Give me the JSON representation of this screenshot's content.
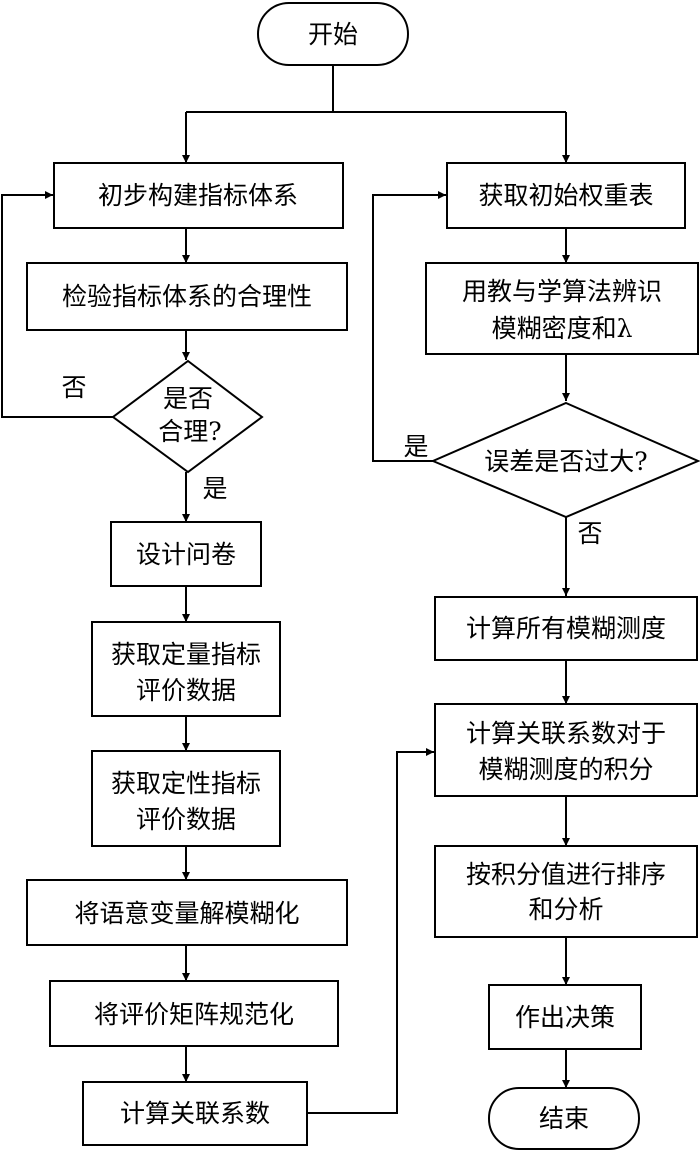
{
  "start": "开始",
  "end": "结束",
  "left": {
    "step1": "初步构建指标体系",
    "step2": "检验指标体系的合理性",
    "decision_line1": "是否",
    "decision_line2": "合理?",
    "no_label": "否",
    "yes_label": "是",
    "step3": "设计问卷",
    "step4_line1": "获取定量指标",
    "step4_line2": "评价数据",
    "step5_line1": "获取定性指标",
    "step5_line2": "评价数据",
    "step6": "将语意变量解模糊化",
    "step7": "将评价矩阵规范化",
    "step8": "计算关联系数"
  },
  "right": {
    "step1": "获取初始权重表",
    "step2_line1": "用教与学算法辨识",
    "step2_line2": "模糊密度和λ",
    "decision": "误差是否过大?",
    "yes_label": "是",
    "no_label": "否",
    "step3": "计算所有模糊测度",
    "step4_line1": "计算关联系数对于",
    "step4_line2": "模糊测度的积分",
    "step5_line1": "按积分值进行排序",
    "step5_line2": "和分析",
    "step6": "作出决策"
  }
}
